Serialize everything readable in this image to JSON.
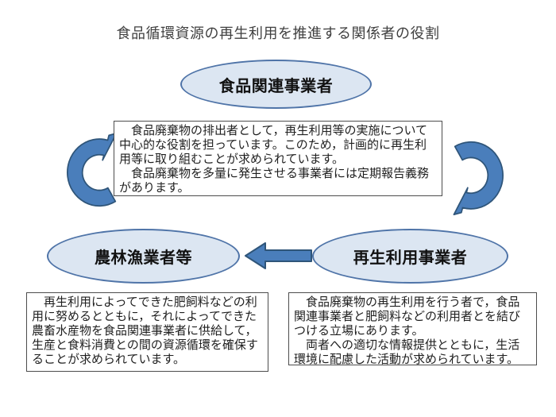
{
  "title": "食品循環資源の再生利用を推進する関係者の役割",
  "nodes": {
    "food_business": {
      "label": "食品関連事業者"
    },
    "agriculture": {
      "label": "農林漁業者等"
    },
    "recycler": {
      "label": "再生利用事業者"
    }
  },
  "descriptions": {
    "food_business": {
      "p1": "食品廃棄物の排出者として，再生利用等の実施について中心的な役割を担っています。このため，計画的に再生利用等に取り組むことが求められています。",
      "p2": "食品廃棄物を多量に発生させる事業者には定期報告義務があります。"
    },
    "agriculture": {
      "p1": "再生利用によってできた肥飼料などの利用に努めるとともに，それによってできた農畜水産物を食品関連事業者に供給して，生産と食料消費との間の資源循環を確保することが求められています。"
    },
    "recycler": {
      "p1": "食品廃棄物の再生利用を行う者で，食品関連事業者と肥飼料などの利用者とを結びつける立場にあります。",
      "p2": "両者への適切な情報提供とともに，生活環境に配慮した活動が求められています。"
    }
  },
  "icons": {
    "left_arrow": "curved-arrow-up-icon",
    "right_arrow": "curved-arrow-down-icon",
    "middle_arrow": "block-arrow-left-icon"
  },
  "colors": {
    "background": "#ffffff",
    "ellipse_fill": "#dce6f2",
    "ellipse_border": "#4f74a8",
    "arrow_fill": "#4a7ebb",
    "arrow_border": "#2f5579",
    "box_border": "#4d4d4d",
    "text": "#262626"
  }
}
